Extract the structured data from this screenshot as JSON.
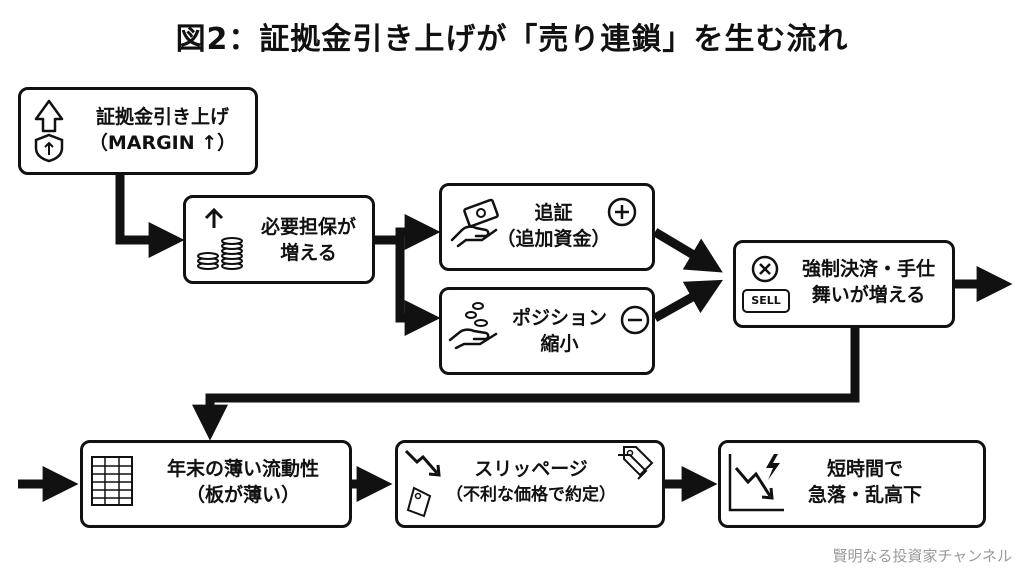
{
  "title": "図2：証拠金引き上げが「売り連鎖」を生む流れ",
  "nodes": {
    "margin_hike": {
      "line1": "証拠金引き上げ",
      "line2": "（MARGIN ↑）"
    },
    "more_funds": {
      "line1": "必要担保が",
      "line2": "増える"
    },
    "margin_call": {
      "line1": "追証",
      "line2": "（追加資金）"
    },
    "position_cut": {
      "line1": "ポジション",
      "line2": "縮小"
    },
    "forced_sell": {
      "line1": "強制決済・手仕",
      "line2": "舞いが増える"
    },
    "thin_liquidity": {
      "line1": "年末の薄い流動性",
      "line2": "（板が薄い）"
    },
    "slippage": {
      "line1": "スリッページ",
      "line2": "（不利な価格で約定）"
    },
    "crash": {
      "line1": "短時間で",
      "line2": "急落・乱高下"
    }
  },
  "icon_labels": {
    "sell": "SELL"
  },
  "icons": [
    "up-arrow-shield-icon",
    "coins-up-arrow-icon",
    "cash-hand-icon",
    "plus-circle-icon",
    "coins-hand-icon",
    "minus-circle-icon",
    "x-circle-icon",
    "sell-badge-icon",
    "table-grid-icon",
    "down-trend-arrow-icon",
    "price-tag-icon",
    "crash-chart-icon"
  ],
  "credit": "賢明なる投資家チャンネル"
}
